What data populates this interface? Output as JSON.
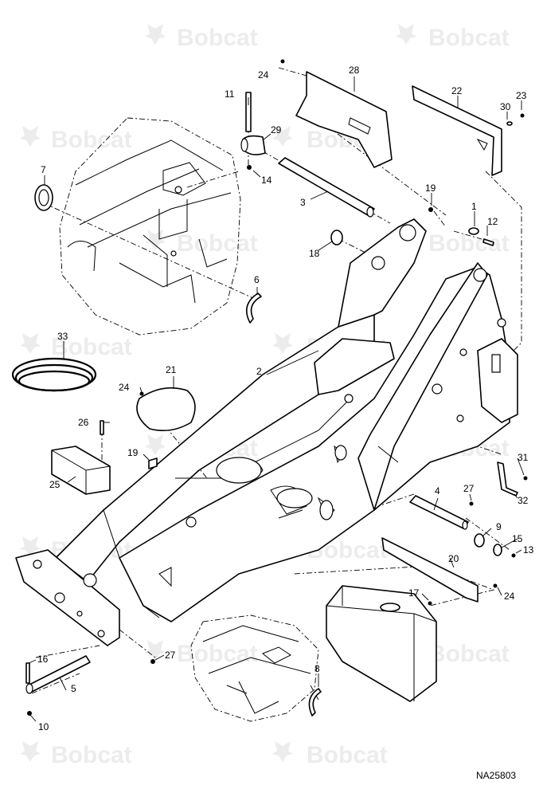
{
  "watermark": {
    "text": "Bobcat"
  },
  "drawing_number": "NA25803",
  "callouts": {
    "c1": "1",
    "c2": "2",
    "c3": "3",
    "c4": "4",
    "c5": "5",
    "c6": "6",
    "c7": "7",
    "c8": "8",
    "c9": "9",
    "c10": "10",
    "c11": "11",
    "c12": "12",
    "c13": "13",
    "c14": "14",
    "c15": "15",
    "c16": "16",
    "c17": "17",
    "c18": "18",
    "c19a": "19",
    "c19b": "19",
    "c20": "20",
    "c21": "21",
    "c22": "22",
    "c23": "23",
    "c24a": "24",
    "c24b": "24",
    "c24c": "24",
    "c25": "25",
    "c26": "26",
    "c27a": "27",
    "c27b": "27",
    "c28": "28",
    "c29": "29",
    "c30": "30",
    "c31": "31",
    "c32": "32",
    "c33": "33"
  }
}
